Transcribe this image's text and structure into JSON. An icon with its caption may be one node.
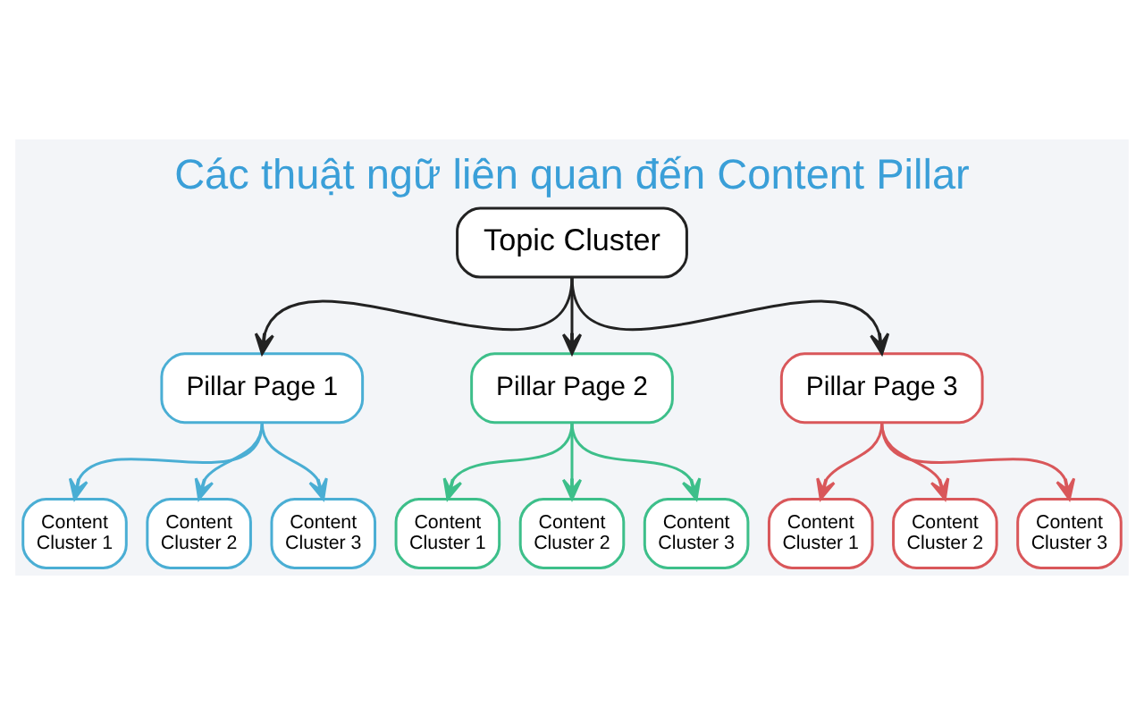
{
  "diagram": {
    "title": "Các thuật ngữ liên quan đến Content Pillar",
    "nodes": [
      {
        "text": [
          "Topic Cluster"
        ]
      },
      {
        "text": [
          "Pillar Page 1"
        ]
      },
      {
        "text": [
          "Pillar Page 2"
        ]
      },
      {
        "text": [
          "Pillar Page 3"
        ]
      },
      {
        "text": [
          "Content Cluster 1"
        ]
      },
      {
        "text": [
          "Content Cluster 2"
        ]
      },
      {
        "text": [
          "Content Cluster 3"
        ]
      },
      {
        "text": [
          "Content Cluster 1"
        ]
      },
      {
        "text": [
          "Content Cluster 2"
        ]
      },
      {
        "text": [
          "Content Cluster 3"
        ]
      },
      {
        "text": [
          "Content Cluster 1"
        ]
      },
      {
        "text": [
          "Content Cluster 2"
        ]
      },
      {
        "text": [
          "Content Cluster 3"
        ]
      }
    ],
    "edges": [
      {
        "from": 0,
        "to": 1,
        "arrow": "to"
      },
      {
        "from": 0,
        "to": 2,
        "arrow": "to"
      },
      {
        "from": 0,
        "to": 3,
        "arrow": "to"
      },
      {
        "from": 1,
        "to": 4,
        "arrow": "to",
        "color": "#4aaed4"
      },
      {
        "from": 1,
        "to": 5,
        "arrow": "to",
        "color": "#4aaed4"
      },
      {
        "from": 1,
        "to": 6,
        "arrow": "to",
        "color": "#4aaed4"
      },
      {
        "from": 2,
        "to": 7,
        "arrow": "to",
        "color": "#3dbf8a"
      },
      {
        "from": 2,
        "to": 8,
        "arrow": "to",
        "color": "#3dbf8a"
      },
      {
        "from": 2,
        "to": 9,
        "arrow": "to",
        "color": "#3dbf8a"
      },
      {
        "from": 3,
        "to": 10,
        "arrow": "to",
        "color": "#d9575a"
      },
      {
        "from": 3,
        "to": 11,
        "arrow": "to",
        "color": "#d9575a"
      },
      {
        "from": 3,
        "to": 12,
        "arrow": "to",
        "color": "#d9575a"
      }
    ]
  }
}
